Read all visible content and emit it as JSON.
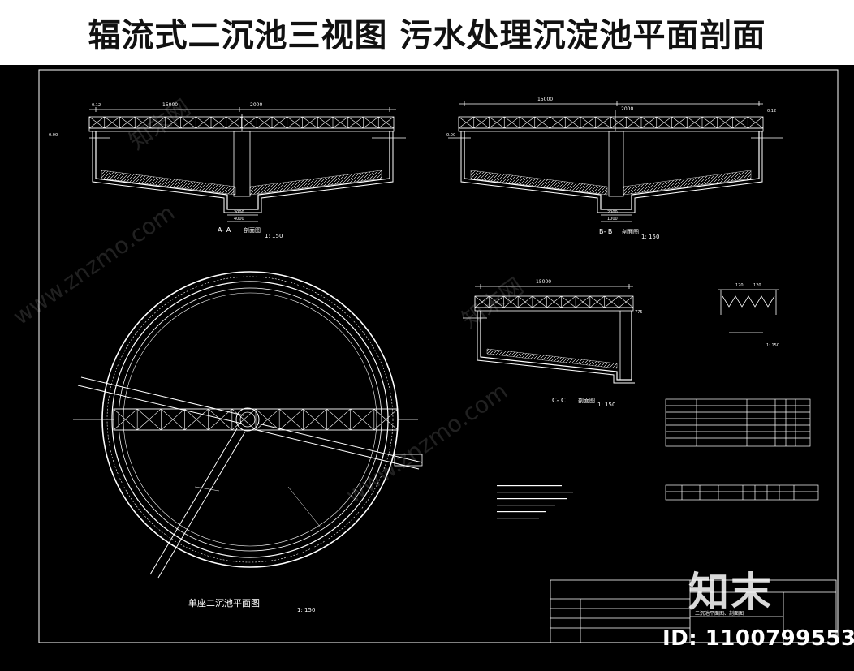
{
  "banner": {
    "title": "辐流式二沉池三视图  污水处理沉淀池平面剖面"
  },
  "views": {
    "section_aa": {
      "label": "A- A",
      "caption": "剖面图",
      "scale": "1: 150",
      "dim_main": "15000",
      "dim_center": "2000",
      "dim_bottom_1": "2000",
      "dim_bottom_2": "4000",
      "elev_top": "0.12",
      "elev_side": "0.00"
    },
    "section_bb": {
      "label": "B- B",
      "caption": "剖面图",
      "scale": "1: 150",
      "dim_main": "15000",
      "dim_center": "2000",
      "dim_bottom_1": "2000",
      "dim_bottom_2": "1000",
      "elev_top": "0.12",
      "elev_side": "0.00"
    },
    "section_cc": {
      "label": "C- C",
      "caption": "剖面图",
      "scale": "1: 150",
      "dim_main": "15000",
      "dim_side": "775"
    },
    "plan": {
      "caption": "单座二沉池平面图",
      "scale": "1: 150"
    },
    "weir_detail": {
      "dim_left": "120",
      "dim_right": "120",
      "scale": "1: 150"
    }
  },
  "title_block": {
    "drawing_name": "二沉池平面图、剖面图"
  },
  "watermark": {
    "site": "www.znzmo.com",
    "brand": "知末网",
    "logo": "知末",
    "id": "ID: 1100799553"
  }
}
